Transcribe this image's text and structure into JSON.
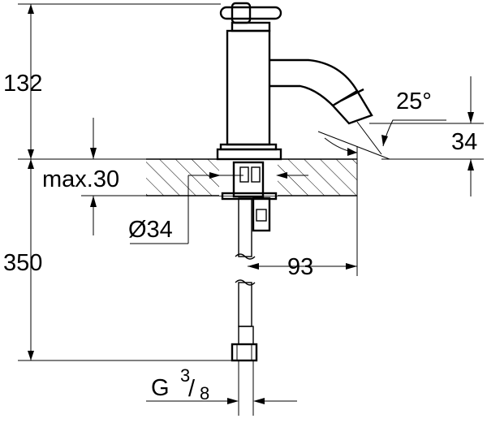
{
  "dimensions": {
    "height_above_deck": "132",
    "deck_thickness": "max.30",
    "hole_diameter": "Ø34",
    "below_deck": "350",
    "spout_angle": "25°",
    "spout_height": "34",
    "spout_projection": "93",
    "connection_prefix": "G",
    "connection_num": "3",
    "connection_den": "8"
  }
}
